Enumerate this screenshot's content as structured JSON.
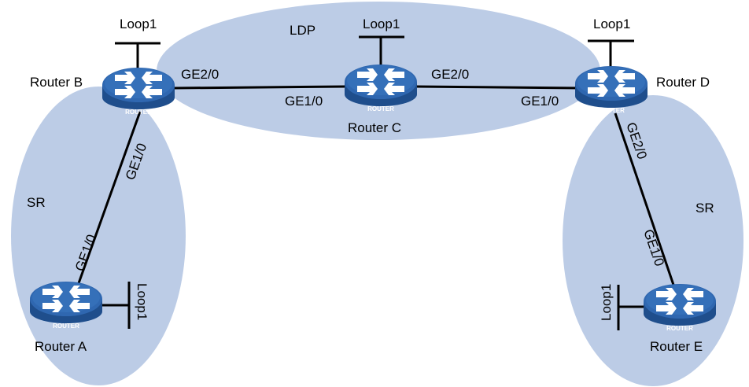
{
  "colors": {
    "domain_fill": "#bccce6",
    "router_dark": "#1f4e8c",
    "router_mid": "#2f67b0",
    "router_light": "#5a8fd0",
    "link": "#000000"
  },
  "domains": {
    "ldp": "LDP",
    "sr_left": "SR",
    "sr_right": "SR"
  },
  "routers": {
    "a": {
      "name": "Router A",
      "badge": "ROUTER",
      "loop": "Loop1"
    },
    "b": {
      "name": "Router B",
      "badge": "ROUTER",
      "loop": "Loop1"
    },
    "c": {
      "name": "Router C",
      "badge": "ROUTER",
      "loop": "Loop1"
    },
    "d": {
      "name": "Router D",
      "badge": "ROUTER",
      "loop": "Loop1"
    },
    "e": {
      "name": "Router E",
      "badge": "ROUTER",
      "loop": "Loop1"
    }
  },
  "interfaces": {
    "b_to_c": "GE2/0",
    "c_from_b": "GE1/0",
    "c_to_d": "GE2/0",
    "d_from_c": "GE1/0",
    "b_to_a": "GE1/0",
    "a_to_b": "GE1/0",
    "d_to_e": "GE2/0",
    "e_to_d": "GE1/0"
  }
}
